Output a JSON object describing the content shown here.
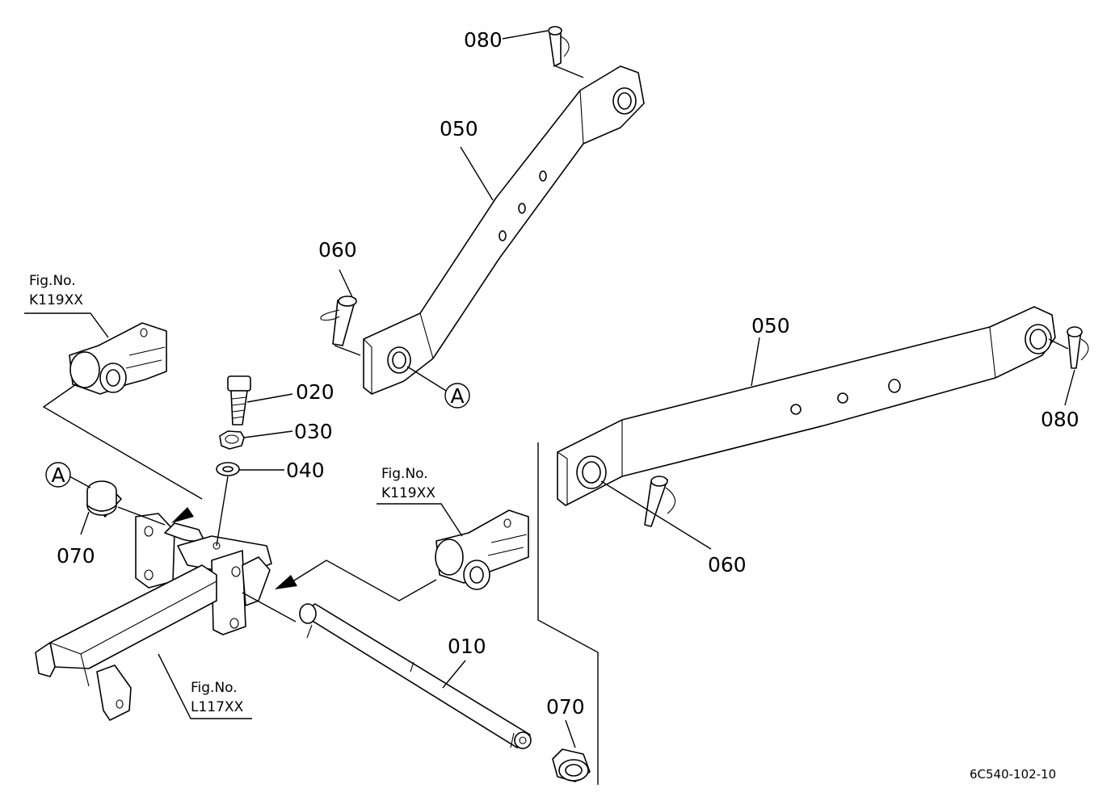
{
  "diagram": {
    "callouts": {
      "p080_top": "080",
      "p050_top": "050",
      "p060_left": "060",
      "p020": "020",
      "p030": "030",
      "p040": "040",
      "p050_right": "050",
      "p080_right": "080",
      "p060_right": "060",
      "p070_left": "070",
      "p010": "010",
      "p070_bottom": "070"
    },
    "markers": {
      "a_top": "A",
      "a_left": "A"
    },
    "figure_refs": [
      {
        "line1": "Fig.No.",
        "line2": "K119XX"
      },
      {
        "line1": "Fig.No.",
        "line2": "K119XX"
      },
      {
        "line1": "Fig.No.",
        "line2": "L117XX"
      }
    ],
    "drawing_code": "6C540-102-10"
  }
}
